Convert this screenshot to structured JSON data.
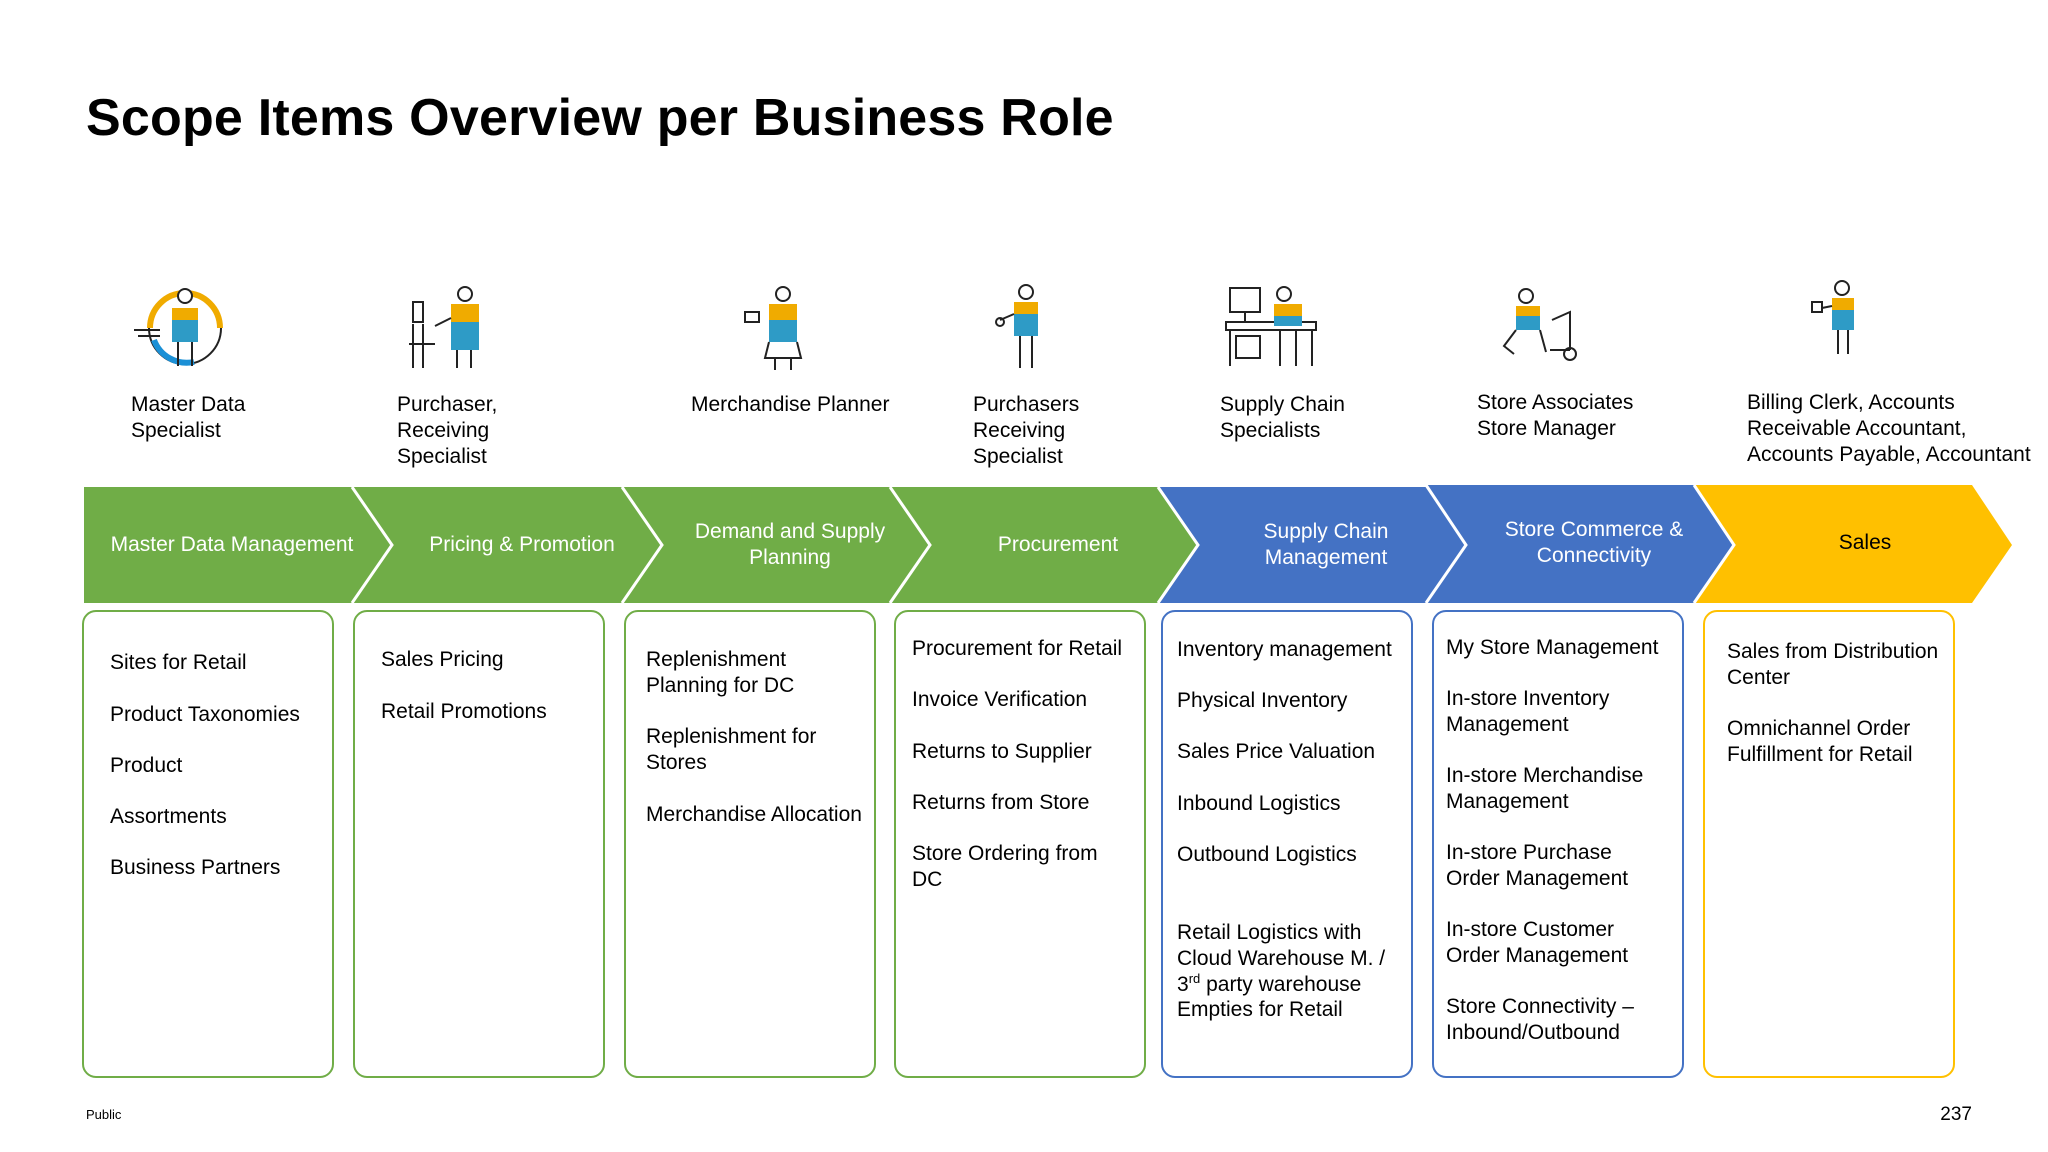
{
  "title": "Scope Items Overview per Business Role",
  "footer": {
    "classification": "Public",
    "page_number": "237"
  },
  "colors": {
    "green": "#70AD47",
    "blue": "#4472C4",
    "yellow": "#FFC000",
    "icon_orange": "#F0AB00",
    "icon_blue": "#1B90D6"
  },
  "roles": [
    {
      "label": "Master Data\nSpecialist",
      "icon": "gear-person-icon"
    },
    {
      "label": "Purchaser,\nReceiving\nSpecialist",
      "icon": "shopper-person-icon"
    },
    {
      "label": "Merchandise Planner",
      "icon": "planner-person-icon"
    },
    {
      "label": "Purchasers\nReceiving\nSpecialist",
      "icon": "receiving-person-icon"
    },
    {
      "label": "Supply Chain\nSpecialists",
      "icon": "desk-person-icon"
    },
    {
      "label": "Store Associates\nStore Manager",
      "icon": "kneeling-person-icon"
    },
    {
      "label": "Billing Clerk, Accounts\nReceivable Accountant,\nAccounts Payable, Accountant",
      "icon": "clerk-person-icon"
    }
  ],
  "process_steps": [
    {
      "label": "Master Data Management",
      "color": "#70AD47"
    },
    {
      "label": "Pricing & Promotion",
      "color": "#70AD47"
    },
    {
      "label": "Demand and Supply\nPlanning",
      "color": "#70AD47"
    },
    {
      "label": "Procurement",
      "color": "#70AD47"
    },
    {
      "label": "Supply Chain\nManagement",
      "color": "#4472C4"
    },
    {
      "label": "Store Commerce &\nConnectivity",
      "color": "#4472C4"
    },
    {
      "label": "Sales",
      "color": "#FFC000"
    }
  ],
  "scope_items": [
    [
      "Sites for Retail",
      "Product Taxonomies",
      "Product",
      "Assortments",
      "Business Partners"
    ],
    [
      "Sales Pricing",
      "Retail Promotions"
    ],
    [
      "Replenishment\nPlanning for DC",
      "Replenishment for\nStores",
      "Merchandise Allocation"
    ],
    [
      "Procurement for Retail",
      "Invoice Verification",
      "Returns to Supplier",
      "Returns from Store",
      "Store Ordering from\nDC"
    ],
    [
      "Inventory management",
      "Physical Inventory",
      "Sales Price Valuation",
      "Inbound Logistics",
      "Outbound Logistics",
      "Retail Logistics with\nCloud Warehouse M. /\n3rd party warehouse",
      "Empties for Retail"
    ],
    [
      "My Store Management",
      "In-store Inventory\nManagement",
      "In-store Merchandise\nManagement",
      "In-store Purchase\nOrder Management",
      "In-store Customer\nOrder Management",
      "Store Connectivity –\nInbound/Outbound"
    ],
    [
      "Sales from Distribution\nCenter",
      "Omnichannel Order\nFulfillment for Retail"
    ]
  ]
}
